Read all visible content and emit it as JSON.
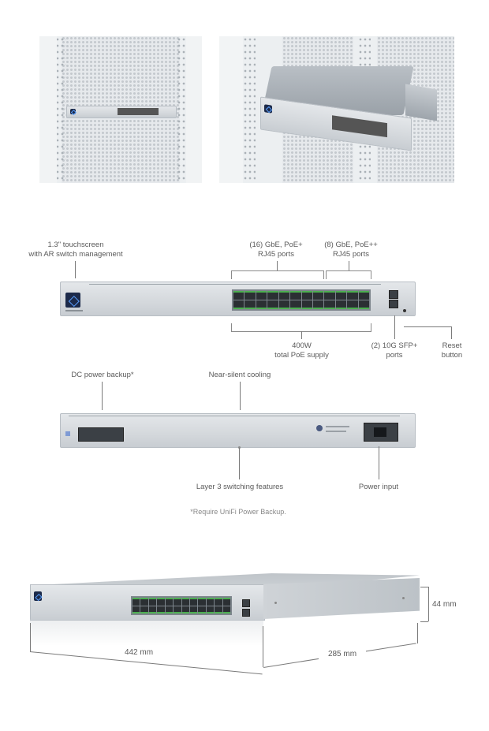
{
  "front_labels": {
    "touchscreen": [
      "1.3\" touchscreen",
      "with AR switch management"
    ],
    "gbe_poe_plus": [
      "(16) GbE, PoE+",
      "RJ45 ports"
    ],
    "gbe_poe_plusplus": [
      "(8) GbE, PoE++",
      "RJ45 ports"
    ],
    "poe_supply": [
      "400W",
      "total PoE supply"
    ],
    "sfp_ports": [
      "(2) 10G SFP+",
      "ports"
    ],
    "reset": [
      "Reset",
      "button"
    ]
  },
  "rear_labels": {
    "dc_backup": "DC power backup*",
    "cooling": "Near-silent cooling",
    "layer3": "Layer 3 switching features",
    "power_input": "Power input",
    "footnote": "*Require UniFi Power Backup."
  },
  "dimensions": {
    "height": "44 mm",
    "width": "442 mm",
    "depth": "285 mm"
  },
  "colors": {
    "chassis": "#d9dde1",
    "port_led": "#4caf50",
    "touchscreen": "#1c2a4a"
  }
}
